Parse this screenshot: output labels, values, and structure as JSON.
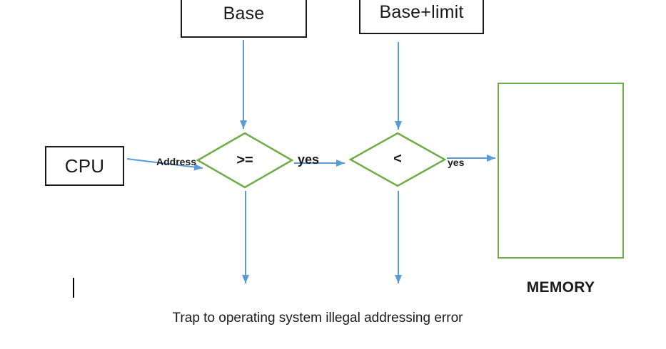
{
  "diagram": {
    "boxes": {
      "base": "Base",
      "base_limit": "Base+limit",
      "cpu": "CPU"
    },
    "diamonds": {
      "first_condition": ">=",
      "second_condition": "<"
    },
    "labels": {
      "address": "Address",
      "yes_first": "yes",
      "yes_second": "yes",
      "memory": "MEMORY",
      "trap": "Trap to operating system illegal addressing error"
    },
    "colors": {
      "arrow_blue": "#5b9bd5",
      "shape_green": "#70ad47",
      "ink": "#1a1a1a"
    }
  }
}
